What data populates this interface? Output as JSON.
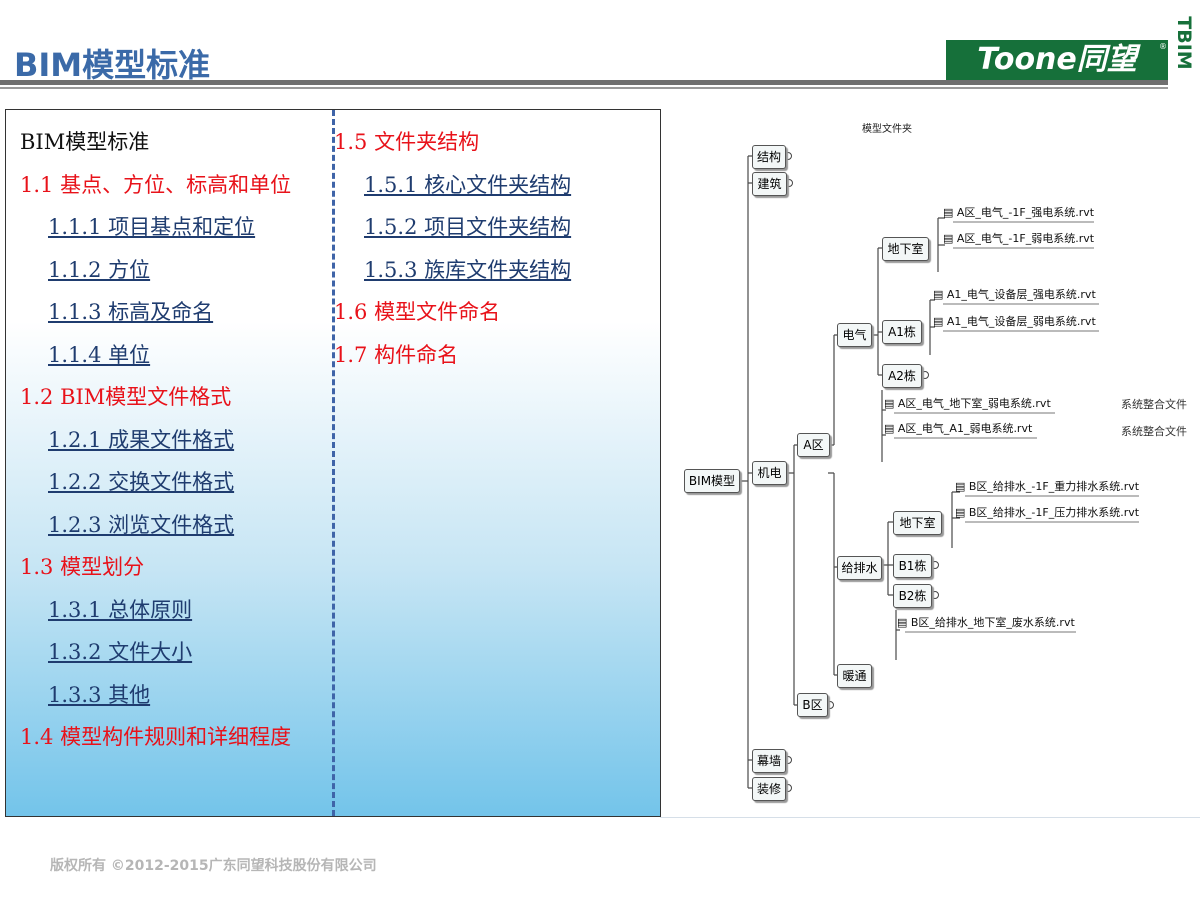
{
  "header": {
    "title": "BIM模型标准",
    "logo_text": "Toone同望",
    "brand_vertical": "TBIM",
    "brand_color": "#16703a",
    "title_color": "#3b6aa8"
  },
  "toc": {
    "col1": [
      {
        "text": "BIM模型标准",
        "style": "black"
      },
      {
        "text": "1.1 基点、方位、标高和单位",
        "style": "red"
      },
      {
        "text": "1.1.1 项目基点和定位",
        "style": "sub"
      },
      {
        "text": "1.1.2 方位",
        "style": "sub"
      },
      {
        "text": "1.1.3 标高及命名",
        "style": "sub"
      },
      {
        "text": "1.1.4 单位",
        "style": "sub"
      },
      {
        "text": "1.2 BIM模型文件格式",
        "style": "red"
      },
      {
        "text": "1.2.1 成果文件格式",
        "style": "sub"
      },
      {
        "text": "1.2.2 交换文件格式",
        "style": "sub"
      },
      {
        "text": "1.2.3 浏览文件格式",
        "style": "sub"
      },
      {
        "text": "1.3 模型划分",
        "style": "red"
      },
      {
        "text": "1.3.1 总体原则",
        "style": "sub"
      },
      {
        "text": "1.3.2 文件大小",
        "style": "sub"
      },
      {
        "text": "1.3.3 其他",
        "style": "sub"
      },
      {
        "text": "1.4 模型构件规则和详细程度",
        "style": "red"
      }
    ],
    "col2": [
      {
        "text": "1.5 文件夹结构",
        "style": "red"
      },
      {
        "text": "1.5.1 核心文件夹结构",
        "style": "sub"
      },
      {
        "text": "1.5.2 项目文件夹结构",
        "style": "sub"
      },
      {
        "text": "1.5.3 族库文件夹结构",
        "style": "sub"
      },
      {
        "text": "1.6 模型文件命名",
        "style": "red"
      },
      {
        "text": "1.7 构件命名",
        "style": "red"
      }
    ],
    "colors": {
      "red": "#e8121a",
      "sub": "#1f3c6f"
    }
  },
  "mindmap": {
    "title": "模型文件夹",
    "root": "BIM模型",
    "top_nodes": [
      "结构",
      "建筑",
      "机电",
      "幕墙",
      "装修"
    ],
    "jidian_children": [
      "A区",
      "B区"
    ],
    "a_children": [
      "电气"
    ],
    "dianqi_children": [
      "地下室",
      "A1栋",
      "A2栋"
    ],
    "b_children": [
      "给排水",
      "暖通"
    ],
    "geipaishui_children": [
      "地下室",
      "B1栋",
      "B2栋"
    ],
    "files": {
      "a_basement": [
        "A区_电气_-1F_强电系统.rvt",
        "A区_电气_-1F_弱电系统.rvt"
      ],
      "a1": [
        "A1_电气_设备层_强电系统.rvt",
        "A1_电气_设备层_弱电系统.rvt"
      ],
      "a_integrated": [
        "A区_电气_地下室_弱电系统.rvt",
        "A区_电气_A1_弱电系统.rvt"
      ],
      "b_basement": [
        "B区_给排水_-1F_重力排水系统.rvt",
        "B区_给排水_-1F_压力排水系统.rvt"
      ],
      "b_integrated": [
        "B区_给排水_地下室_废水系统.rvt"
      ]
    },
    "side_labels": [
      "系统整合文件",
      "系统整合文件"
    ]
  },
  "footer": {
    "copyright": "版权所有 ©2012-2015广东同望科技股份有限公司"
  }
}
